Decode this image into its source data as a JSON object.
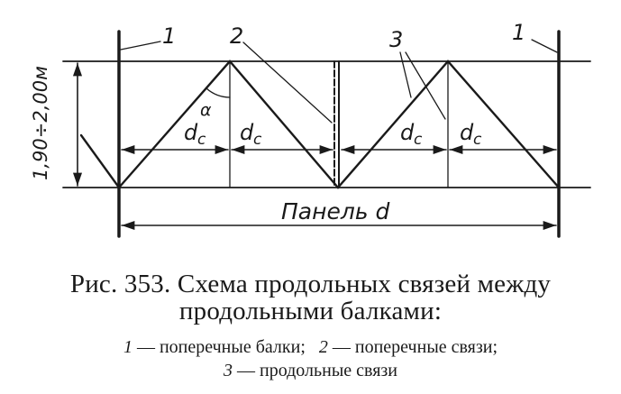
{
  "diagram": {
    "labels": {
      "beam_left": "1",
      "beam_right": "1",
      "cross_brace": "2",
      "long_brace": "3",
      "alpha": "α",
      "dc": "d",
      "dc_sub": "c",
      "height": "1,90÷2,00м",
      "panel": "Панель d"
    }
  },
  "caption": {
    "fig_label": "Рис. 353.",
    "title_line1": "Схема продольных связей между",
    "title_line2": "продольными балками:",
    "legend": [
      {
        "num": "1",
        "text": "— поперечные балки;"
      },
      {
        "num": "2",
        "text": "— поперечные связи;"
      },
      {
        "num": "3",
        "text": "— продольные связи"
      }
    ]
  }
}
